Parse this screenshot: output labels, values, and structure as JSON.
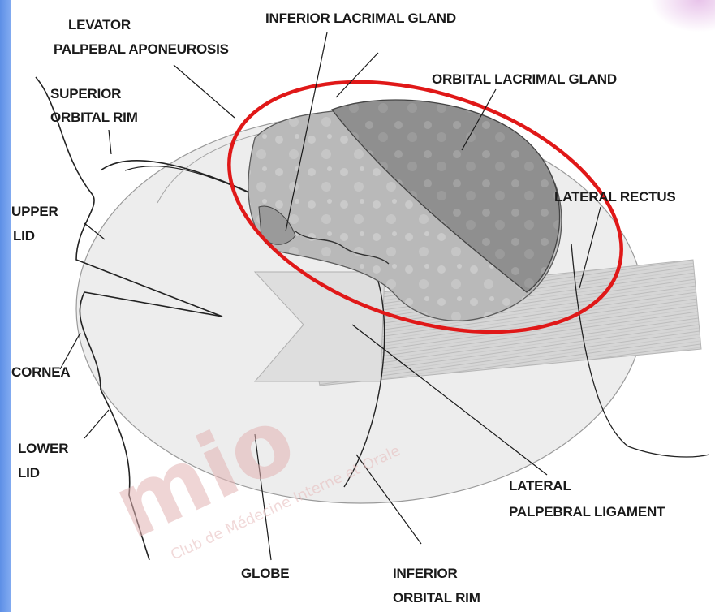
{
  "labels": {
    "levator_line1": "LEVATOR",
    "levator_line2": "PALPEBAL APONEUROSIS",
    "inferior_lacrimal_gland": "INFERIOR LACRIMAL GLAND",
    "orbital_lacrimal_gland": "ORBITAL LACRIMAL GLAND",
    "superior_orbital_rim_line1": "SUPERIOR",
    "superior_orbital_rim_line2": "ORBITAL RIM",
    "upper_lid_line1": "UPPER",
    "upper_lid_line2": "LID",
    "lateral_rectus": "LATERAL RECTUS",
    "cornea": "CORNEA",
    "lower_lid_line1": "LOWER",
    "lower_lid_line2": "LID",
    "lateral_ligament_line1": "LATERAL",
    "lateral_ligament_line2": "PALPEBRAL LIGAMENT",
    "globe": "GLOBE",
    "inferior_orbital_rim_line1": "INFERIOR",
    "inferior_orbital_rim_line2": "ORBITAL RIM"
  },
  "watermark": {
    "logo": "mio",
    "text": "Club de Médecine Interne et Orale"
  },
  "colors": {
    "highlight_ellipse": "#e01818",
    "gland_dark": "#8e8e8e",
    "gland_light": "#bdbdbd",
    "globe_fill": "#ececec",
    "muscle": "#d4d4d4"
  }
}
